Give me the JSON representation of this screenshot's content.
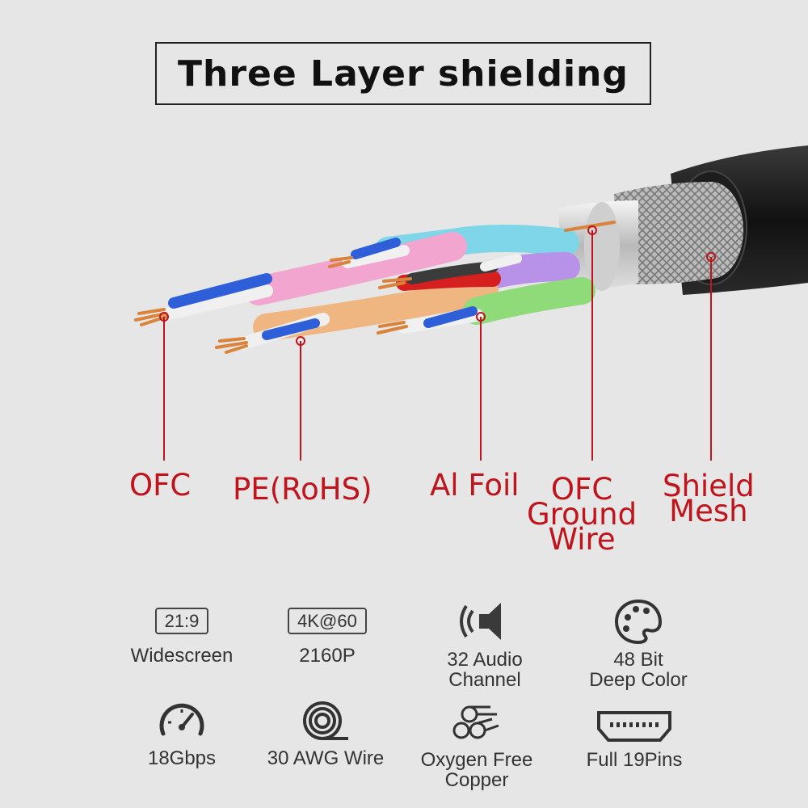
{
  "title": "Three Layer shielding",
  "callouts": {
    "ofc": "OFC",
    "pe": "PE(RoHS)",
    "foil": "Al Foil",
    "ground": [
      "OFC",
      "Ground",
      "Wire"
    ],
    "mesh": [
      "Shield",
      "Mesh"
    ]
  },
  "features": [
    {
      "icon": "aspect-ratio-badge-icon",
      "badge": "21:9",
      "label": [
        "Widescreen"
      ]
    },
    {
      "icon": "resolution-badge-icon",
      "badge": "4K@60",
      "label": [
        "2160P"
      ]
    },
    {
      "icon": "speaker-icon",
      "label": [
        "32 Audio",
        "Channel"
      ]
    },
    {
      "icon": "palette-icon",
      "label": [
        "48 Bit",
        "Deep Color"
      ]
    },
    {
      "icon": "speedometer-icon",
      "label": [
        "18Gbps"
      ]
    },
    {
      "icon": "wire-coil-icon",
      "label": [
        "30 AWG Wire"
      ]
    },
    {
      "icon": "copper-rods-icon",
      "label": [
        "Oxygen Free",
        "Copper"
      ]
    },
    {
      "icon": "hdmi-port-icon",
      "label": [
        "Full 19Pins"
      ]
    }
  ],
  "colors": {
    "callout": "#c0141c",
    "background": "#e6e6e6",
    "copper": "#d9843a"
  }
}
